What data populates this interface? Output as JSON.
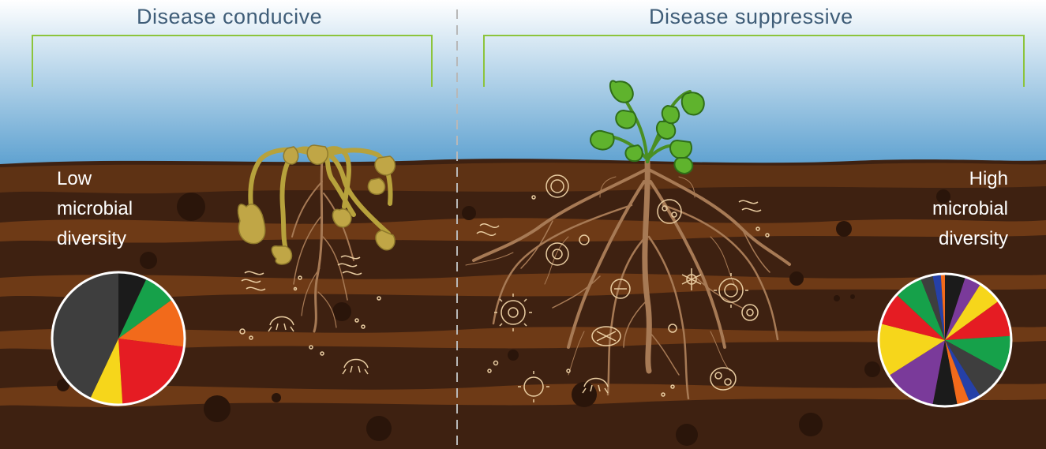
{
  "panels": {
    "left": {
      "heading": "Disease conducive",
      "diversity_lines": [
        "Low",
        "microbial",
        "diversity"
      ]
    },
    "right": {
      "heading": "Disease suppressive",
      "diversity_lines": [
        "High",
        "microbial",
        "diversity"
      ]
    }
  },
  "colors": {
    "sky_top": "#ffffff",
    "sky_bottom": "#5a9fcf",
    "soil": "#3e2111",
    "soil_band": "#6e3a16",
    "bracket": "#8cc43c",
    "divider": "#b8b8b8",
    "root": "#a77a55",
    "microbe": "#e9cda2",
    "healthy_leaf": "#5fb32d",
    "wilted_plant": "#c0a646"
  },
  "pies": {
    "low_diversity": {
      "slices": [
        {
          "value": 7,
          "color": "#1b1b1b"
        },
        {
          "value": 8,
          "color": "#16a14a"
        },
        {
          "value": 12,
          "color": "#f26a1b"
        },
        {
          "value": 22,
          "color": "#e51c23"
        },
        {
          "value": 8,
          "color": "#f6d61b"
        },
        {
          "value": 43,
          "color": "#3e3e3e"
        }
      ]
    },
    "high_diversity": {
      "slices": [
        {
          "value": 5,
          "color": "#1b1b1b"
        },
        {
          "value": 4,
          "color": "#7a3a9a"
        },
        {
          "value": 6,
          "color": "#f6d61b"
        },
        {
          "value": 9,
          "color": "#e51c23"
        },
        {
          "value": 9,
          "color": "#16a14a"
        },
        {
          "value": 8,
          "color": "#3e3e3e"
        },
        {
          "value": 3,
          "color": "#2540a8"
        },
        {
          "value": 3,
          "color": "#f26a1b"
        },
        {
          "value": 6,
          "color": "#1b1b1b"
        },
        {
          "value": 13,
          "color": "#7a3a9a"
        },
        {
          "value": 13,
          "color": "#f6d61b"
        },
        {
          "value": 8,
          "color": "#e51c23"
        },
        {
          "value": 7,
          "color": "#16a14a"
        },
        {
          "value": 3,
          "color": "#3e3e3e"
        },
        {
          "value": 2,
          "color": "#2540a8"
        },
        {
          "value": 1,
          "color": "#f26a1b"
        }
      ]
    }
  }
}
